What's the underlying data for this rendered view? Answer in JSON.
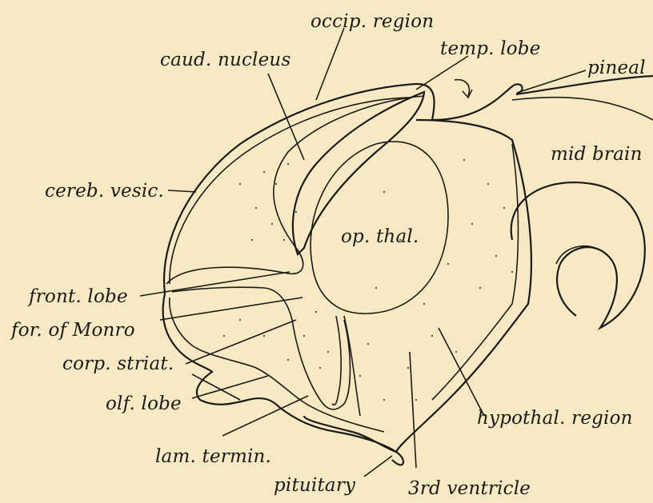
{
  "labels": {
    "occip_region": "occip. region",
    "caud_nucleus": "caud. nucleus",
    "temp_lobe": "temp. lobe",
    "pineal": "pineal",
    "mid_brain": "mid brain",
    "cereb_vesic": "cereb. vesic.",
    "op_thal": "op. thal.",
    "front_lobe": "front. lobe",
    "for_of_monro": "for. of Monro",
    "corp_striat": "corp. striat.",
    "olf_lobe": "olf. lobe",
    "lam_termin": "lam. termin.",
    "hypothal_region": "hypothal. region",
    "pituitary": "pituitary",
    "third_ventricle": "3rd ventricle"
  },
  "colors": {
    "paper": "#f7e9c3",
    "ink": "#1c1a16"
  }
}
